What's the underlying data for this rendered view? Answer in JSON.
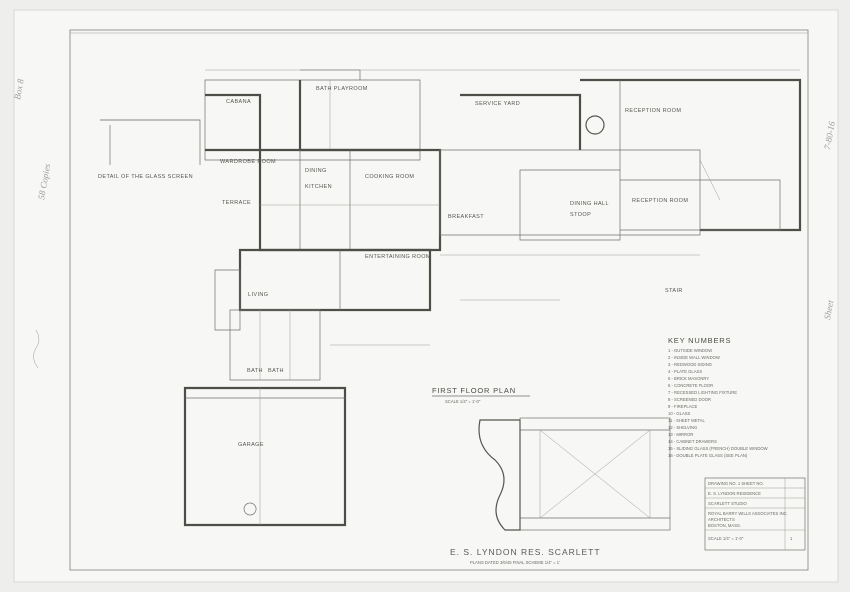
{
  "drawing": {
    "title": "First Floor Plan",
    "scale": "Scale 1/4\" = 1'-0\"",
    "bottom_title": "E. S. Lyndon Res. Scarlett",
    "bottom_subtitle": "Plans dated 3/6/45 final scheme 1/4\" = 1'"
  },
  "rooms": {
    "cabana": "Cabana",
    "bath_playroom": "Bath Playroom",
    "service_yard": "Service Yard",
    "reception_room": "Reception Room",
    "wardrobe_room": "Wardrobe Room",
    "terrace": "Terrace",
    "dining": "Dining",
    "kitchen": "Kitchen",
    "cooking_room": "Cooking Room",
    "entertaining_room": "Entertaining Room",
    "reception_room_2": "Reception Room",
    "breakfast": "Breakfast",
    "dining_hall": "Dining Hall",
    "stoop": "Stoop",
    "bathroom_sq": "Bath",
    "bath_2": "Bath",
    "garage": "Garage",
    "living": "Living",
    "stair": "Stair",
    "detail_left": "Detail of the Glass Screen"
  },
  "key": {
    "title": "Key Numbers",
    "items": [
      "1 - Outside window",
      "2 - Inside wall window",
      "3 - Redwood siding",
      "4 - Plate glass",
      "5 - Brick masonry",
      "6 - Concrete floor",
      "7 - Recessed lighting fixture",
      "8 - Screened door",
      "9 - Fireplace",
      "10 - Glass",
      "11 - Sheet metal",
      "12 - Shelving",
      "13 - Mirror",
      "14 - Cabinet drawers",
      "15 - Sliding glass (French) double window",
      "16 - Double plate glass (see plan)"
    ]
  },
  "title_block": {
    "line1": "Drawing No. 1 Sheet No.",
    "line2": "E. S. Lyndon Residence",
    "line3": "Scarlett Studio",
    "firm": "Royal Barry Wills Associates Inc.",
    "firm2": "Architects",
    "location": "Boston, Mass.",
    "date": "Scale 1/4\" = 1'-0\"",
    "sheet": "1"
  },
  "margin_notes": {
    "left_1": "Box 8",
    "left_2": "58 Copies",
    "right_1": "7-80-16",
    "right_2": "Sheet"
  }
}
